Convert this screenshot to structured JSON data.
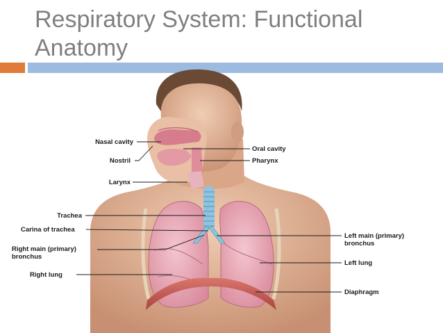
{
  "title": "Respiratory System: Functional Anatomy",
  "labels": {
    "nasal_cavity": "Nasal cavity",
    "nostril": "Nostril",
    "larynx": "Larynx",
    "trachea": "Trachea",
    "carina": "Carina of trachea",
    "right_main_bronchus_1": "Right main (primary)",
    "right_main_bronchus_2": "bronchus",
    "right_lung": "Right lung",
    "oral_cavity": "Oral cavity",
    "pharynx": "Pharynx",
    "left_main_bronchus_1": "Left main (primary)",
    "left_main_bronchus_2": "bronchus",
    "left_lung": "Left lung",
    "diaphragm": "Diaphragm"
  },
  "colors": {
    "title": "#7f7f7f",
    "accent_orange": "#e07b39",
    "accent_blue": "#9dbbe0",
    "skin": "#e2b79a",
    "lung": "#e7a6b4",
    "trachea": "#8fc3de",
    "diaphragm": "#c9605a"
  }
}
